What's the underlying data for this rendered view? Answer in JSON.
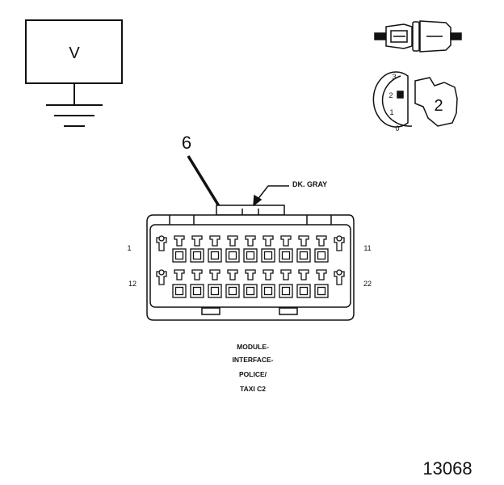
{
  "meter": {
    "label": "V"
  },
  "selector": {
    "positions": [
      "3",
      "2",
      "1",
      "0"
    ],
    "setting": "2"
  },
  "probe": {
    "callout": "6"
  },
  "connector": {
    "wire_color": "DK. GRAY",
    "pin_first_top": "1",
    "pin_last_top": "11",
    "pin_first_bottom": "12",
    "pin_last_bottom": "22",
    "title_lines": [
      "MODULE-",
      "INTERFACE-",
      "POLICE/",
      "TAXI C2"
    ]
  },
  "figure_number": "13068"
}
